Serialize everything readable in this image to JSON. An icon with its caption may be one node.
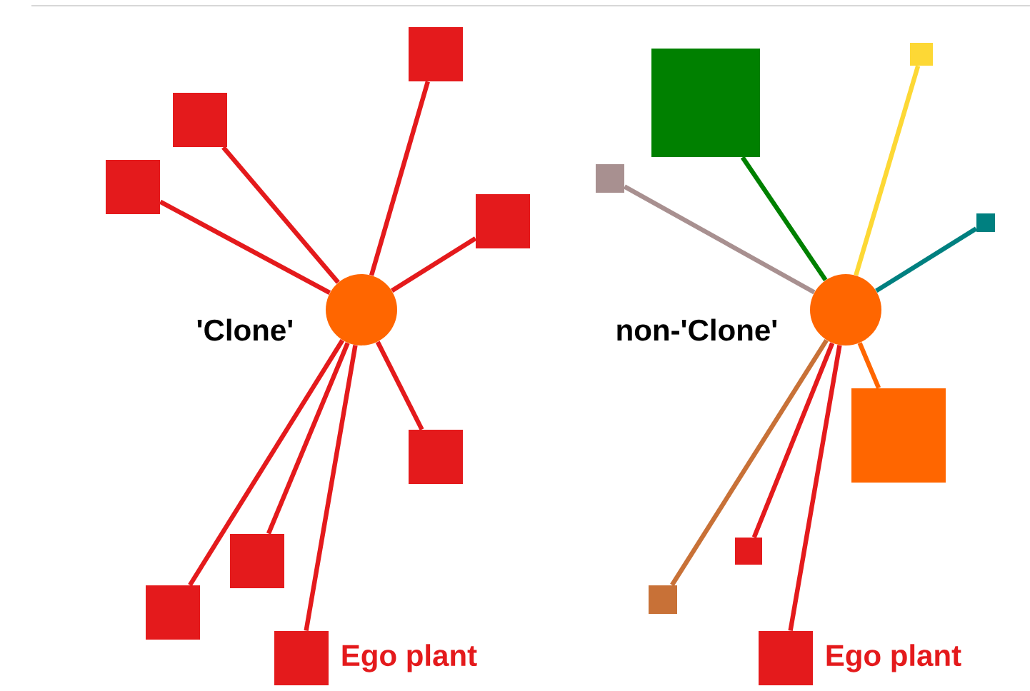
{
  "diagram": {
    "nodes": [
      {
        "text": [],
        "shape": "circle",
        "beside": [
          "'Clone'"
        ]
      },
      {
        "text": [],
        "shape": "box"
      },
      {
        "text": [],
        "shape": "box"
      },
      {
        "text": [],
        "shape": "box"
      },
      {
        "text": [],
        "shape": "box"
      },
      {
        "text": [],
        "shape": "box"
      },
      {
        "text": [],
        "shape": "box"
      },
      {
        "text": [],
        "shape": "box"
      },
      {
        "text": [],
        "shape": "box",
        "beside": [
          "Ego plant"
        ]
      },
      {
        "text": [],
        "shape": "circle",
        "beside": [
          "non-'Clone'"
        ]
      },
      {
        "text": [],
        "shape": "box"
      },
      {
        "text": [],
        "shape": "box"
      },
      {
        "text": [],
        "shape": "box"
      },
      {
        "text": [],
        "shape": "box"
      },
      {
        "text": [],
        "shape": "box"
      },
      {
        "text": [],
        "shape": "box"
      },
      {
        "text": [],
        "shape": "box"
      },
      {
        "text": [],
        "shape": "box",
        "beside": [
          "Ego plant"
        ]
      }
    ],
    "edges": [
      {
        "from": 0,
        "to": 1,
        "arrow": "none"
      },
      {
        "from": 0,
        "to": 2,
        "arrow": "none"
      },
      {
        "from": 0,
        "to": 3,
        "arrow": "none"
      },
      {
        "from": 0,
        "to": 4,
        "arrow": "none"
      },
      {
        "from": 0,
        "to": 5,
        "arrow": "none"
      },
      {
        "from": 0,
        "to": 6,
        "arrow": "none"
      },
      {
        "from": 0,
        "to": 7,
        "arrow": "none"
      },
      {
        "from": 0,
        "to": 8,
        "arrow": "none"
      },
      {
        "from": 9,
        "to": 10,
        "arrow": "none",
        "color": "#a89090"
      },
      {
        "from": 9,
        "to": 11,
        "arrow": "none",
        "color": "#008000"
      },
      {
        "from": 9,
        "to": 12,
        "arrow": "none",
        "color": "#fdd835"
      },
      {
        "from": 9,
        "to": 13,
        "arrow": "none",
        "color": "#008080"
      },
      {
        "from": 9,
        "to": 14,
        "arrow": "none",
        "color": "#ff6600"
      },
      {
        "from": 9,
        "to": 15,
        "arrow": "none"
      },
      {
        "from": 9,
        "to": 16,
        "arrow": "none",
        "color": "#c87137"
      },
      {
        "from": 9,
        "to": 17,
        "arrow": "none"
      }
    ]
  }
}
